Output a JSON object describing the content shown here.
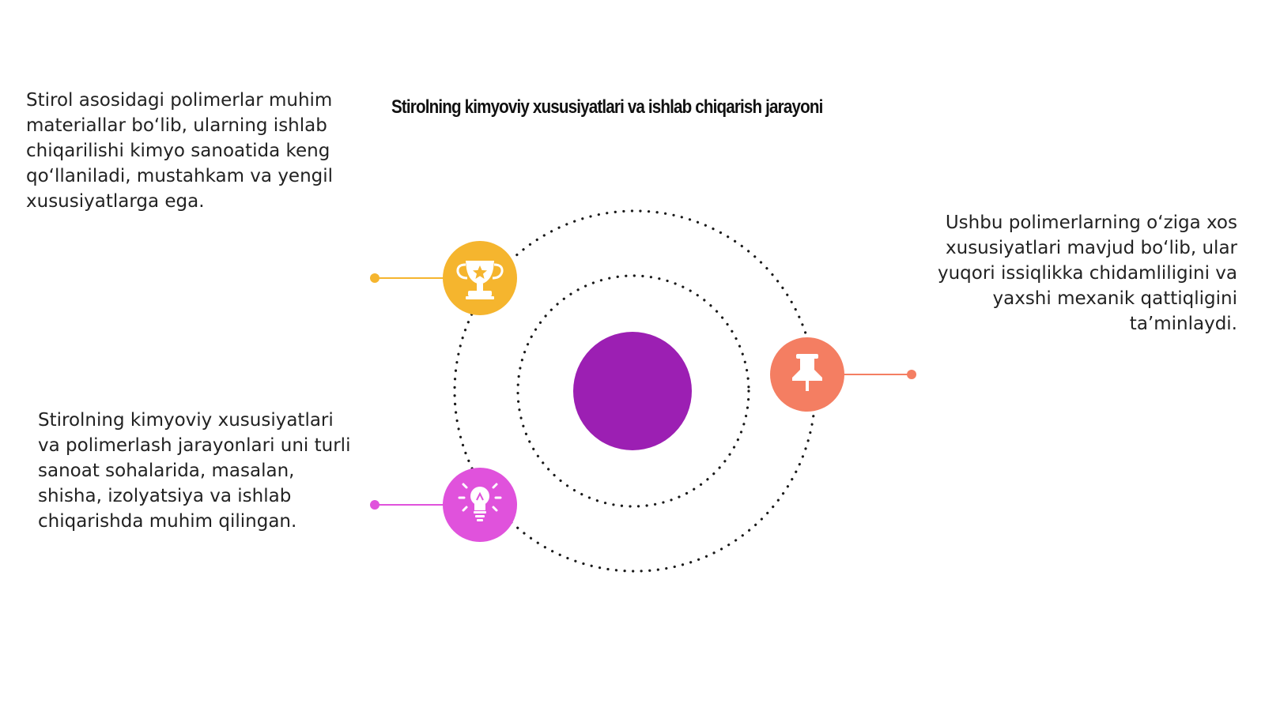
{
  "title": "Stirolning kimyoviy xususiyatlari va ishlab chiqarish jarayoni",
  "blocks": {
    "top_left": "Stirol asosidagi polimerlar muhim materiallar bo‘lib, ularning ishlab chiqarilishi kimyo sanoatida keng qo‘llaniladi, mustahkam va yengil xususiyatlarga ega.",
    "right": "Ushbu polimerlarning o‘ziga xos xususiyatlari mavjud bo‘lib, ular yuqori issiqlikka chidamliligini va yaxshi mexanik qattiqligini ta’minlaydi.",
    "bottom_left": "Stirolning kimyoviy xususiyatlari va polimerlash jarayonlari uni turli sanoat sohalarida, masalan, shisha, izolyatsiya va ishlab chiqarishda muhim qilingan."
  },
  "nodes": [
    {
      "icon": "trophy-icon",
      "color": "#F5B52E"
    },
    {
      "icon": "pushpin-icon",
      "color": "#F47E62"
    },
    {
      "icon": "lightbulb-icon",
      "color": "#E052DC"
    }
  ],
  "center": {
    "color": "#9C1FB3"
  }
}
